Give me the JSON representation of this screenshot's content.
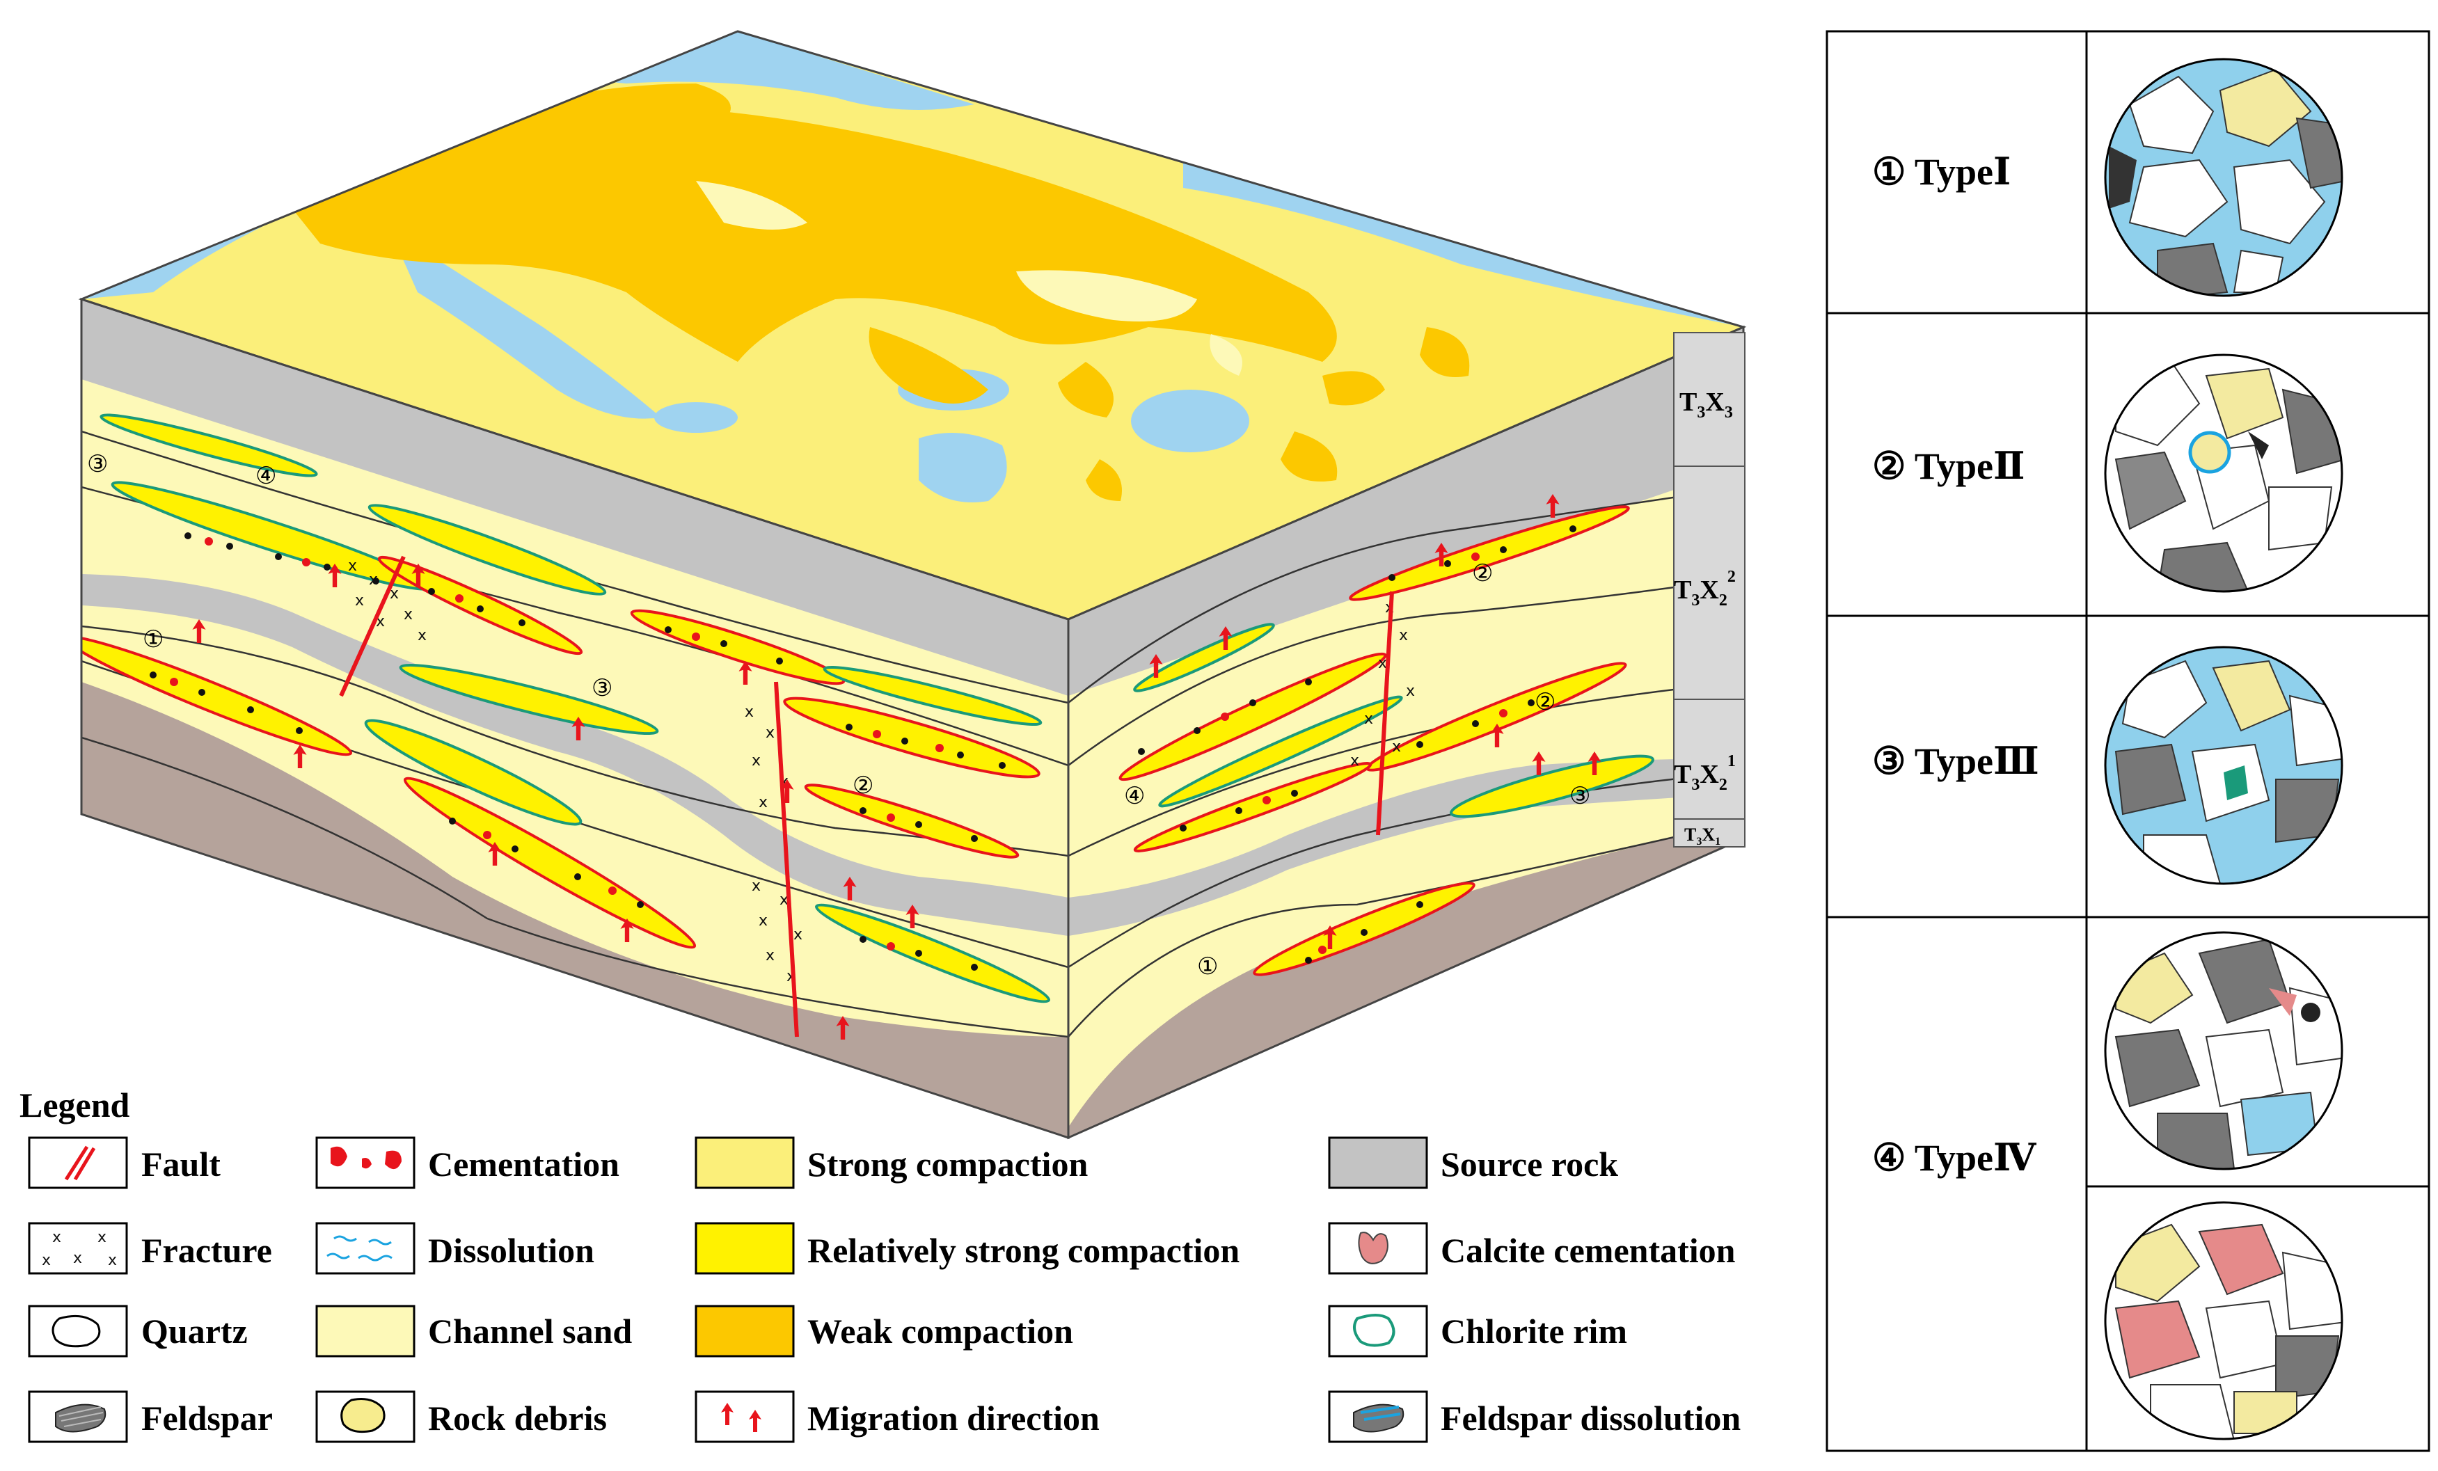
{
  "legend": {
    "title": "Legend",
    "items": [
      {
        "key": "fault",
        "label": "Fault"
      },
      {
        "key": "cementation",
        "label": "Cementation"
      },
      {
        "key": "strong_compaction",
        "label": "Strong compaction"
      },
      {
        "key": "source_rock",
        "label": "Source rock"
      },
      {
        "key": "fracture",
        "label": "Fracture"
      },
      {
        "key": "dissolution",
        "label": "Dissolution"
      },
      {
        "key": "rel_strong_compaction",
        "label": "Relatively strong compaction"
      },
      {
        "key": "calcite_cementation",
        "label": "Calcite cementation"
      },
      {
        "key": "quartz",
        "label": "Quartz"
      },
      {
        "key": "channel_sand",
        "label": "Channel sand"
      },
      {
        "key": "weak_compaction",
        "label": "Weak compaction"
      },
      {
        "key": "chlorite_rim",
        "label": "Chlorite rim"
      },
      {
        "key": "feldspar",
        "label": "Feldspar"
      },
      {
        "key": "rock_debris",
        "label": "Rock debris"
      },
      {
        "key": "migration_direction",
        "label": "Migration direction"
      },
      {
        "key": "feldspar_dissolution",
        "label": "Feldspar dissolution"
      }
    ]
  },
  "strata": [
    {
      "main": "T",
      "sub1": "3",
      "main2": "X",
      "sub2": "3",
      "sup": ""
    },
    {
      "main": "T",
      "sub1": "3",
      "main2": "X",
      "sub2": "2",
      "sup": "2"
    },
    {
      "main": "T",
      "sub1": "3",
      "main2": "X",
      "sub2": "2",
      "sup": "1"
    },
    {
      "main": "T",
      "sub1": "3",
      "main2": "X",
      "sub2": "1",
      "sup": ""
    }
  ],
  "types": [
    {
      "label": "① TypeⅠ"
    },
    {
      "label": "② TypeⅡ"
    },
    {
      "label": "③ TypeⅢ"
    },
    {
      "label": "④ TypeⅣ"
    }
  ],
  "lens_numbers": [
    "①",
    "②",
    "③",
    "④"
  ],
  "colors": {
    "channel_sand": "#fdf9b8",
    "strong_compaction": "#fbef7a",
    "rel_strong_compaction": "#fff200",
    "weak_compaction": "#fcc800",
    "source_rock": "#c3c3c3",
    "basement": "#b5a39b",
    "water": "#9fd3f0",
    "fault": "#e8141c",
    "chlorite": "#1a9a7a",
    "calcite": "#e58a8a"
  }
}
